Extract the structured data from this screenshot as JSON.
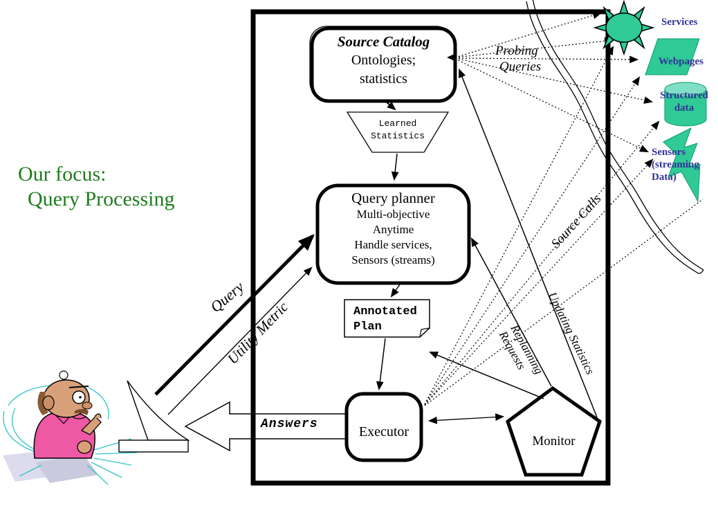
{
  "slide": {
    "focus_title": {
      "line1": "Our focus:",
      "line2": "Query Processing"
    },
    "accent_colors": {
      "title_green": "#1e7b1e",
      "label_navy": "#333399",
      "shape_green": "#2fca96"
    }
  },
  "boxes": {
    "source_catalog": {
      "title": "Source Catalog",
      "line1": "Ontologies;",
      "line2": "statistics"
    },
    "learned_statistics": {
      "line1": "Learned",
      "line2": "Statistics"
    },
    "query_planner": {
      "title": "Query planner",
      "features": [
        "Multi-objective",
        "Anytime",
        "Handle services,",
        "Sensors (streams)"
      ]
    },
    "annotated_plan": {
      "line1": "Annotated",
      "line2": "Plan"
    },
    "executor": "Executor",
    "monitor": "Monitor"
  },
  "edge_labels": {
    "probing": {
      "line1": "Probing",
      "line2": "Queries"
    },
    "query": "Query",
    "utility_metric": "Utility Metric",
    "answers": "Answers",
    "source_calls": "Source Calls",
    "updating_statistics": "Updating Statistics",
    "replanning": {
      "line1": "Replanning",
      "line2": "Requests"
    }
  },
  "sources": {
    "services": "Services",
    "webpages": "Webpages",
    "structured_data": {
      "line1": "Structured",
      "line2": "data"
    },
    "sensors": {
      "line1": "Sensors",
      "line2": "(streaming",
      "line3": "Data)"
    }
  }
}
